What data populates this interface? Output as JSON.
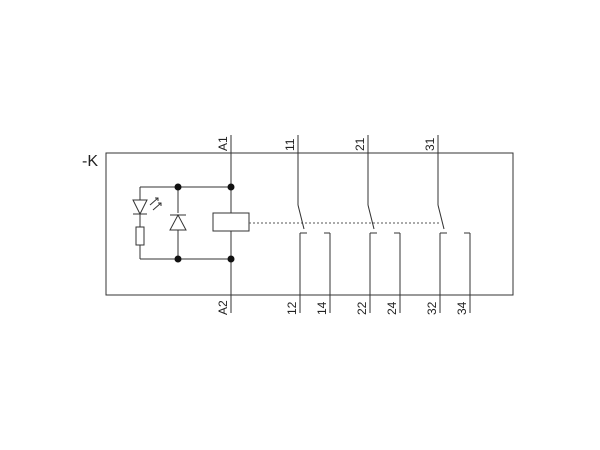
{
  "device": {
    "tag": "-K"
  },
  "coil": {
    "terminal_top": "A1",
    "terminal_bottom": "A2"
  },
  "contacts": [
    {
      "common": "11",
      "nc": "12",
      "no": "14"
    },
    {
      "common": "21",
      "nc": "22",
      "no": "24"
    },
    {
      "common": "31",
      "nc": "32",
      "no": "34"
    }
  ],
  "colors": {
    "line": "#333333",
    "junction": "#111111",
    "background": "#ffffff"
  }
}
